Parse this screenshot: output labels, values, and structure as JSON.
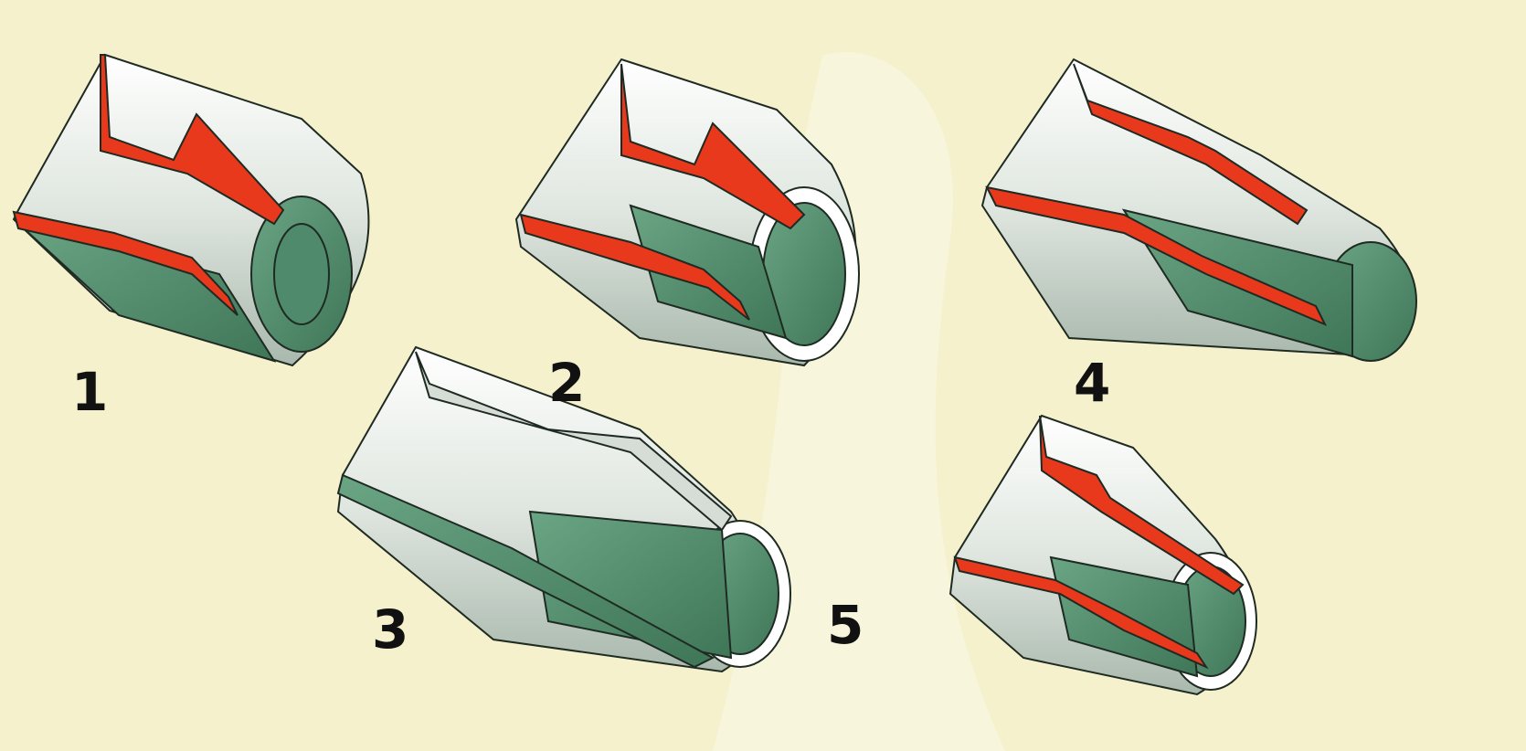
{
  "figure": {
    "parts": [
      {
        "id": "1",
        "label": "1"
      },
      {
        "id": "2",
        "label": "2"
      },
      {
        "id": "3",
        "label": "3"
      },
      {
        "id": "4",
        "label": "4"
      },
      {
        "id": "5",
        "label": "5"
      }
    ]
  },
  "colors": {
    "background": "#f4f1cc",
    "section_red": "#e8391d",
    "body_green": "#4f8a6c",
    "metal_light": "#e6ece6",
    "outline": "#1e2a22"
  }
}
